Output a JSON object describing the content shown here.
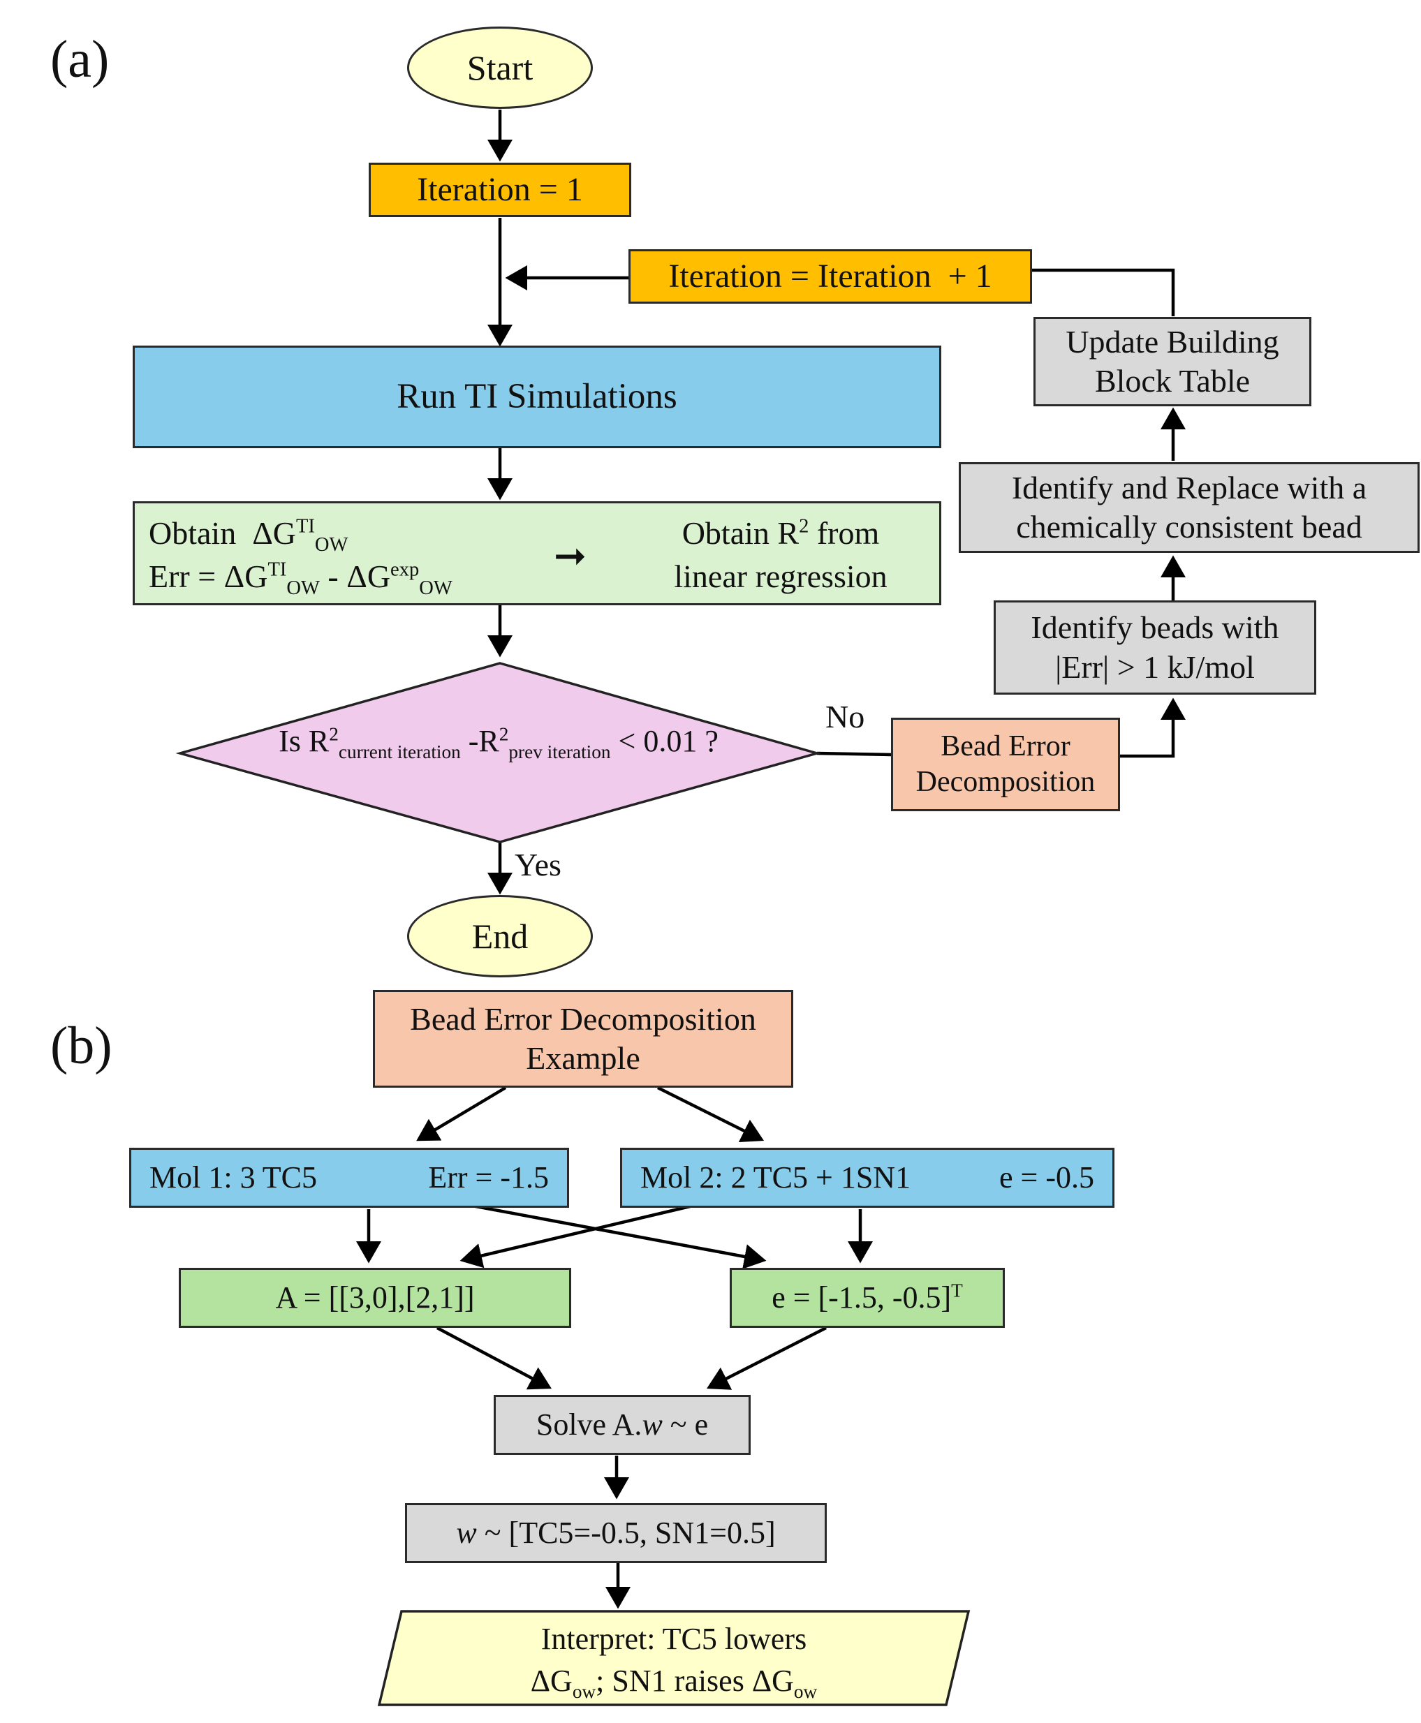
{
  "panel_labels": {
    "a": "(a)",
    "b": "(b)"
  },
  "flow_a": {
    "start": "Start",
    "iteration_init": "Iteration = 1",
    "iteration_increment": "Iteration = Iteration  + 1",
    "run_ti": "Run TI Simulations",
    "obtain": {
      "dg_prefix": "Obtain  ΔG",
      "ti": "TI",
      "ow": "OW",
      "exp": "exp",
      "err_prefix": "Err = ΔG",
      "minus": " - ΔG",
      "arrow": "➞",
      "r2_line1": "Obtain R",
      "sq": "2",
      "r2_line1_suffix": " from",
      "r2_line2": "linear regression"
    },
    "decision": {
      "prefix": "Is R",
      "sq": "2",
      "cur_sub": "current iteration",
      "mid": " -R",
      "prev_sub": "prev iteration",
      "suffix": " < 0.01 ?"
    },
    "no_label": "No",
    "yes_label": "Yes",
    "end": "End",
    "bead_error": [
      "Bead Error",
      "Decomposition"
    ],
    "identify_beads": [
      "Identify beads with",
      "|Err| > 1 kJ/mol"
    ],
    "identify_replace": [
      "Identify and Replace with a",
      "chemically consistent bead"
    ],
    "update_table": [
      "Update Building",
      "Block Table"
    ]
  },
  "flow_b": {
    "title": [
      "Bead Error Decomposition",
      "Example"
    ],
    "mol1": {
      "left": "Mol 1: 3 TC5",
      "right": "Err = -1.5"
    },
    "mol2": {
      "left": "Mol 2: 2 TC5 + 1SN1",
      "right": "e = -0.5"
    },
    "matrix_a": "A = [[3,0],[2,1]]",
    "vector_e": "e = [-1.5, -0.5]",
    "transpose": "T",
    "solve_prefix": "Solve A.",
    "solve_w": "w",
    "solve_suffix": " ~ e",
    "result_w": "w",
    "result_suffix": " ~ [TC5=-0.5, SN1=0.5]",
    "interpret_line1": "Interpret: TC5 lowers",
    "dg": "ΔG",
    "ow_sub": "ow",
    "interpret_mid": "; SN1 raises ΔG"
  }
}
